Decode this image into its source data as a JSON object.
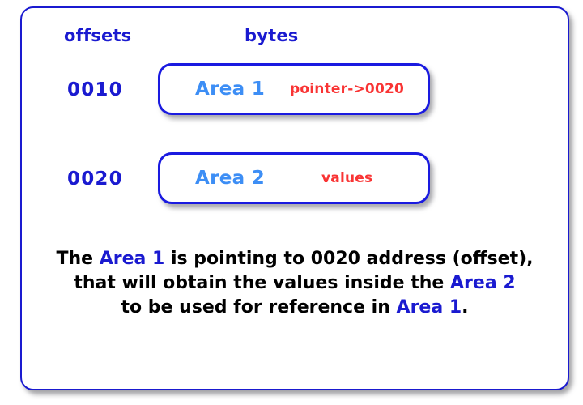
{
  "diagram": {
    "title_headers": {
      "offsets": "offsets",
      "bytes": "bytes"
    },
    "colors": {
      "frame_border": "#1a1ad0",
      "box_border": "#1a1ae0",
      "offset_text": "#1a1ad0",
      "header_text": "#1a1ad0",
      "area_label": "#3d8ef5",
      "note_text": "#f93434",
      "caption_text": "#000000",
      "caption_highlight": "#1a1ad0",
      "background": "#ffffff"
    },
    "rows": [
      {
        "offset": "0010",
        "area_label": "Area 1",
        "note": "pointer->0020"
      },
      {
        "offset": "0020",
        "area_label": "Area 2",
        "note": "values"
      }
    ],
    "caption": {
      "line1_a": "The ",
      "line1_hl": "Area 1",
      "line1_b": " is pointing to 0020 address (offset),",
      "line2_a": "that will obtain the values inside the ",
      "line2_hl": "Area 2",
      "line3_a": "to be used for reference in ",
      "line3_hl": "Area 1",
      "line3_b": "."
    }
  }
}
